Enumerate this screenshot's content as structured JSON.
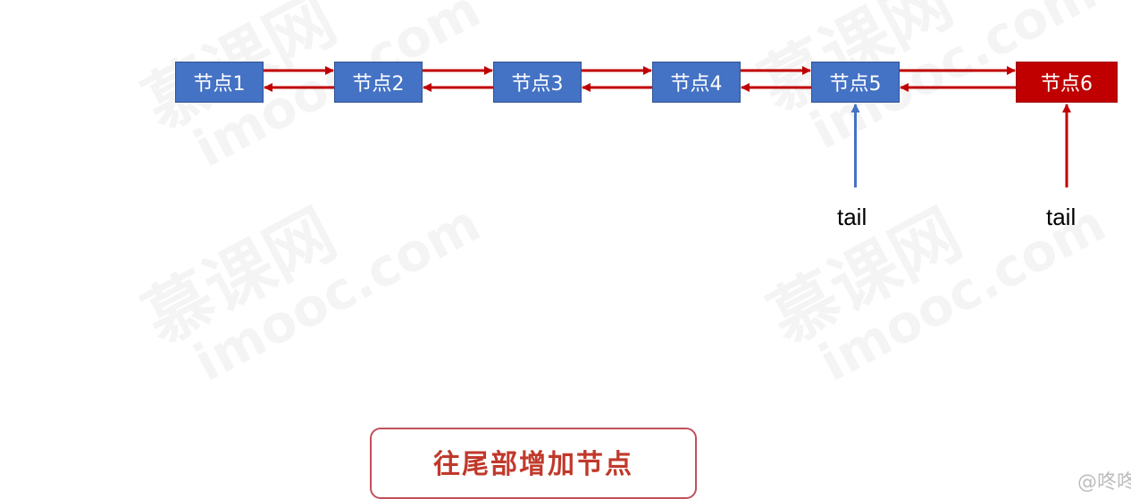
{
  "watermark": {
    "cn": "慕课网",
    "en": "imooc.com"
  },
  "colors": {
    "node_blue": "#4472c4",
    "node_red": "#c00000",
    "arrow_red": "#c00000",
    "arrow_blue": "#4472c4"
  },
  "nodes": [
    {
      "label": "节点1",
      "color": "blue"
    },
    {
      "label": "节点2",
      "color": "blue"
    },
    {
      "label": "节点3",
      "color": "blue"
    },
    {
      "label": "节点4",
      "color": "blue"
    },
    {
      "label": "节点5",
      "color": "blue"
    },
    {
      "label": "节点6",
      "color": "red"
    }
  ],
  "links": [
    {
      "from": 0,
      "to": 1,
      "bidirectional": true
    },
    {
      "from": 1,
      "to": 2,
      "bidirectional": true
    },
    {
      "from": 2,
      "to": 3,
      "bidirectional": true
    },
    {
      "from": 3,
      "to": 4,
      "bidirectional": true
    },
    {
      "from": 4,
      "to": 5,
      "bidirectional": true
    }
  ],
  "tails": [
    {
      "label": "tail",
      "node": 4,
      "color": "blue"
    },
    {
      "label": "tail",
      "node": 5,
      "color": "red"
    }
  ],
  "caption": "往尾部增加节点",
  "corner_text": "@咚咚"
}
